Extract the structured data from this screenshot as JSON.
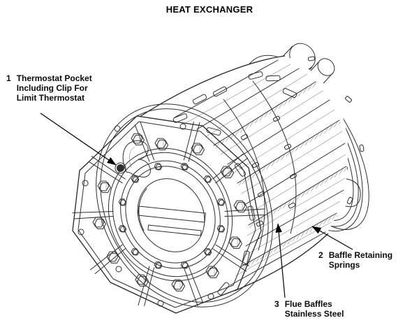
{
  "title": "HEAT EXCHANGER",
  "drawing": {
    "name": "heat-exchanger-isometric-line-drawing",
    "line_color": "#2f2f2f",
    "background_color": "#ffffff",
    "pocket_fill_color": "#2f2f2f"
  },
  "callouts": [
    {
      "number": "1",
      "lines": [
        "Thermostat Pocket",
        "Including Clip For",
        "Limit Thermostat"
      ]
    },
    {
      "number": "2",
      "lines": [
        "Baffle Retaining",
        "Springs"
      ]
    },
    {
      "number": "3",
      "lines": [
        "Flue Baffles",
        "Stainless Steel"
      ]
    }
  ]
}
